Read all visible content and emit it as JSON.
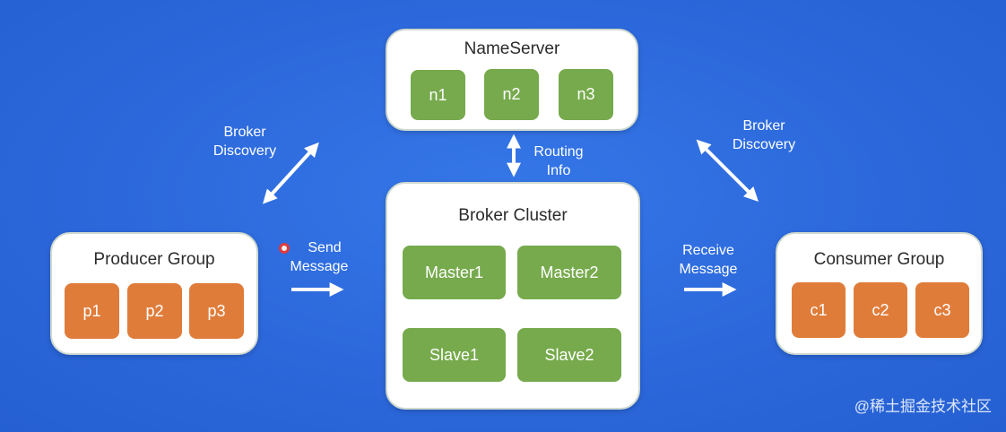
{
  "nameserver": {
    "title": "NameServer",
    "nodes": [
      "n1",
      "n2",
      "n3"
    ]
  },
  "broker_cluster": {
    "title": "Broker Cluster",
    "nodes": [
      "Master1",
      "Master2",
      "Slave1",
      "Slave2"
    ]
  },
  "producer_group": {
    "title": "Producer Group",
    "nodes": [
      "p1",
      "p2",
      "p3"
    ]
  },
  "consumer_group": {
    "title": "Consumer Group",
    "nodes": [
      "c1",
      "c2",
      "c3"
    ]
  },
  "labels": {
    "broker_discovery_left": [
      "Broker",
      "Discovery"
    ],
    "broker_discovery_right": [
      "Broker",
      "Discovery"
    ],
    "routing_info": [
      "Routing",
      "Info"
    ],
    "send_message": [
      "Send",
      "Message"
    ],
    "receive_message": [
      "Receive",
      "Message"
    ]
  },
  "watermark": "@稀土掘金技术社区",
  "colors": {
    "background": "#2d6de0",
    "box": "#ffffff",
    "green_node": "#76aa4c",
    "orange_node": "#e07c3a",
    "arrow": "#ffffff"
  }
}
